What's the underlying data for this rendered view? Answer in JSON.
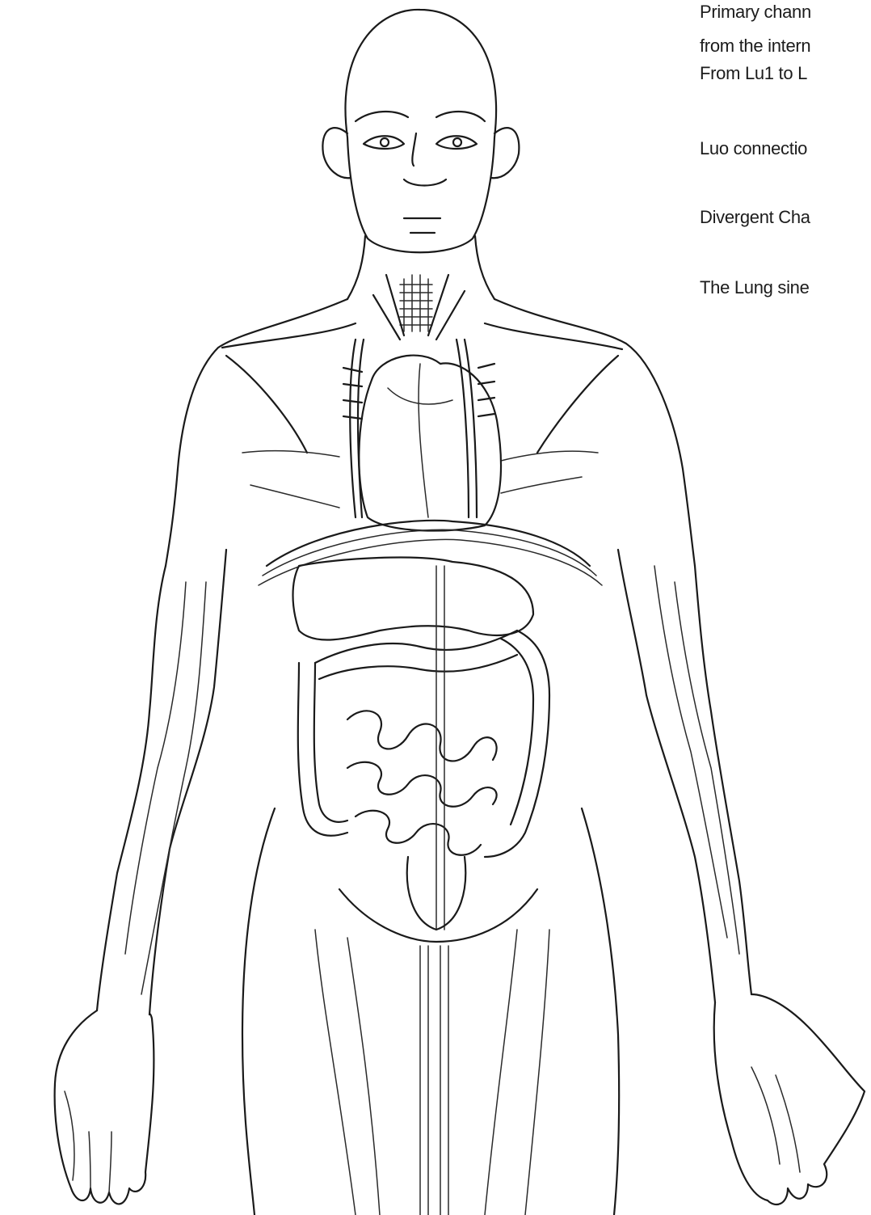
{
  "figure": {
    "legend": {
      "lines": [
        "Primary chann",
        "from the intern",
        "From Lu1 to L",
        "Luo connectio",
        "Divergent Cha",
        "The Lung sine"
      ]
    },
    "colors": {
      "ink": "#1a1a1a",
      "background": "#ffffff"
    }
  }
}
